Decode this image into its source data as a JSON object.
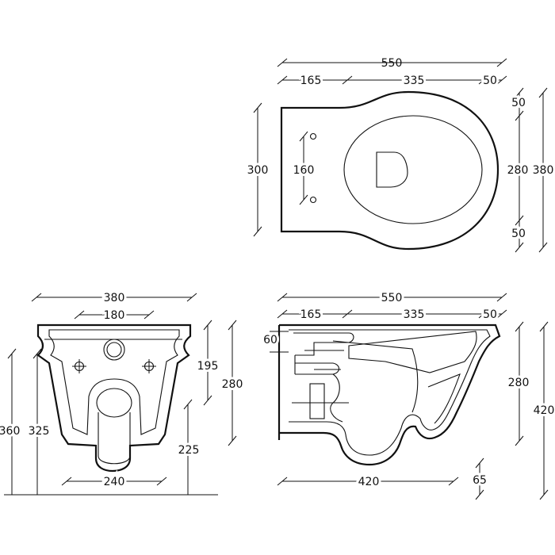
{
  "top_view": {
    "overall_length": "550",
    "seg_rear": "165",
    "seg_mid": "335",
    "seg_front": "50",
    "width_overall": "300",
    "fixing_spacing": "160",
    "bowl_offset_top": "50",
    "bowl_inner_width": "280",
    "bowl_offset_bottom": "50",
    "bowl_outer_width": "380"
  },
  "front_view": {
    "top_width": "380",
    "fixing_width": "180",
    "base_width": "240",
    "height_overall": "360",
    "height_body": "325",
    "height_fixing": "195",
    "height_bowl": "280",
    "height_outlet": "225"
  },
  "side_view": {
    "overall_length": "550",
    "seg_rear": "165",
    "seg_mid": "335",
    "seg_front": "50",
    "inlet_height": "60",
    "bowl_height": "280",
    "overall_height": "420",
    "base_length": "420",
    "rim_offset": "65"
  }
}
